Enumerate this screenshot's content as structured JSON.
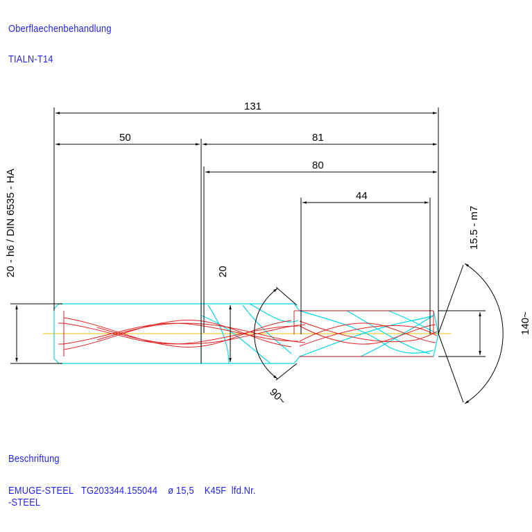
{
  "labels": {
    "surface_heading": "Oberflaechenbehandlung",
    "surface_value": "TIALN-T14",
    "marking_heading": "Beschriftung",
    "marking_line1": "EMUGE-STEEL   TG203344.155044    ø 15,5    K45F  lfd.Nr.",
    "marking_line2": "-STEEL"
  },
  "dimensions": {
    "overall_length": "131",
    "shank_length": "50",
    "flute_section_length": "81",
    "body_length": "80",
    "cutting_length": "44",
    "shank_diameter_dim": "20",
    "shank_spec": "20 - h6 / DIN 6535 - HA",
    "cutting_diameter_spec": "15.5 - m7",
    "point_angle": "140~",
    "transition_angle": "90~"
  },
  "colors": {
    "text_blue": "#2222ee",
    "dimension_black": "#000000",
    "outline_cyan": "#00d8e8",
    "flute_red": "#e02020",
    "centerline_yellow": "#e8c000"
  }
}
